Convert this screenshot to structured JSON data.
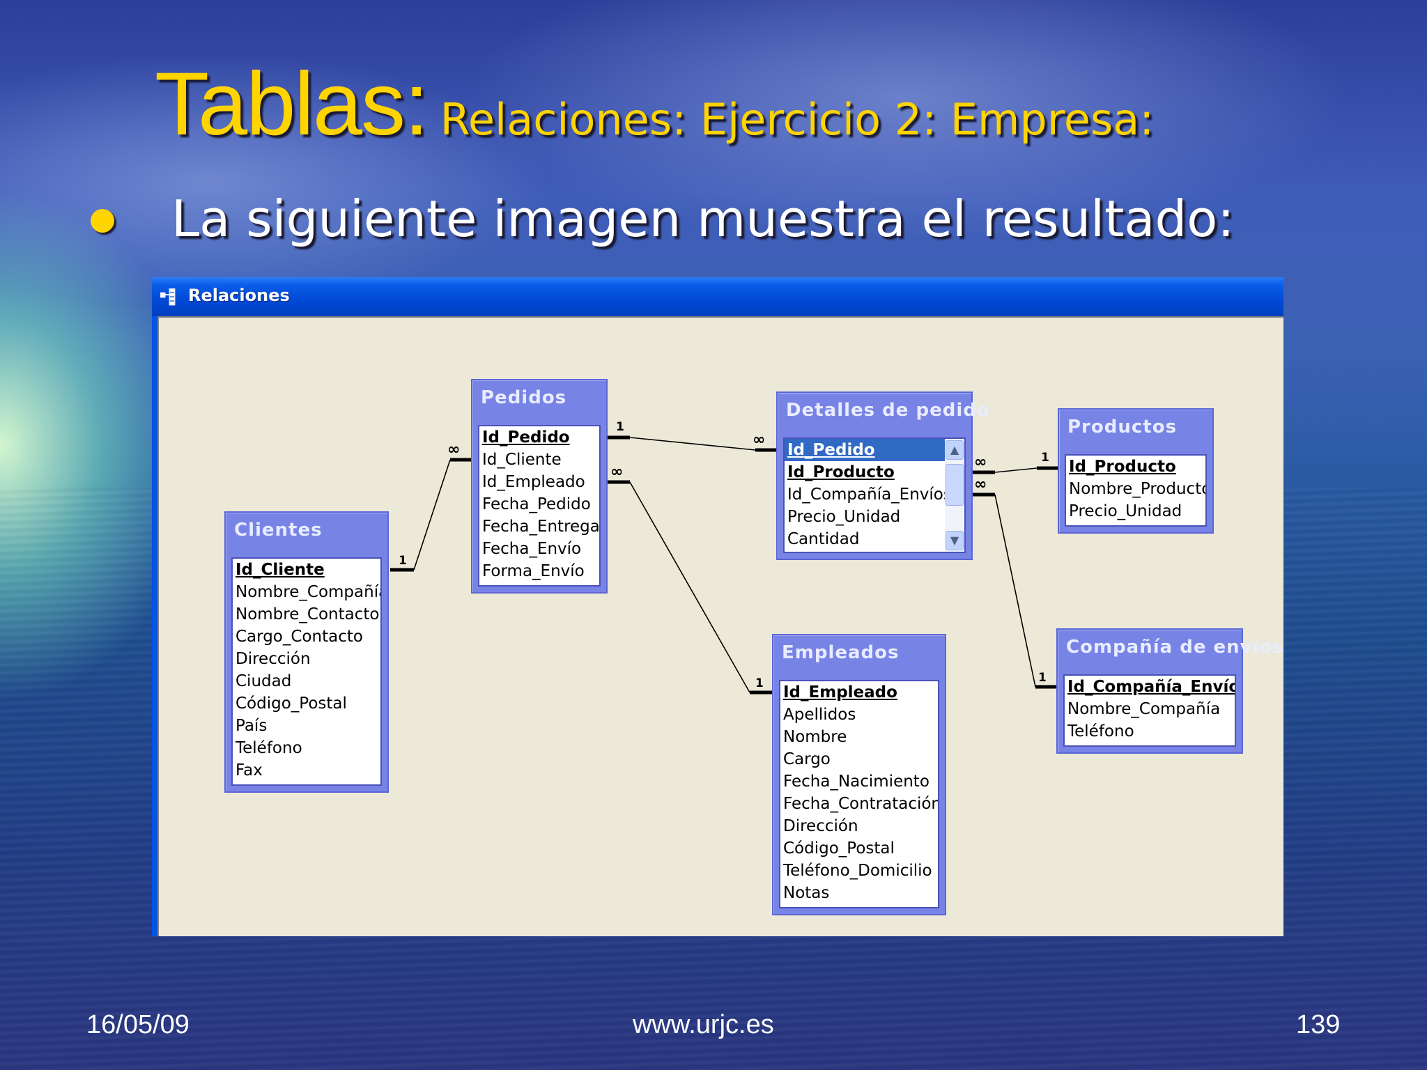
{
  "slide": {
    "title_main": "Tablas:",
    "title_sub": "Relaciones: Ejercicio 2: Empresa:",
    "bullet": "La siguiente imagen muestra el resultado:",
    "footer_date": "16/05/09",
    "footer_url": "www.urjc.es",
    "footer_page": "139"
  },
  "window": {
    "title": "Relaciones"
  },
  "tables": {
    "clientes": {
      "name": "Clientes",
      "fields": [
        "Id_Cliente",
        "Nombre_Compañía",
        "Nombre_Contacto",
        "Cargo_Contacto",
        "Dirección",
        "Ciudad",
        "Código_Postal",
        "País",
        "Teléfono",
        "Fax"
      ]
    },
    "pedidos": {
      "name": "Pedidos",
      "fields": [
        "Id_Pedido",
        "Id_Cliente",
        "Id_Empleado",
        "Fecha_Pedido",
        "Fecha_Entrega",
        "Fecha_Envío",
        "Forma_Envío"
      ]
    },
    "detalles": {
      "name": "Detalles de pedido",
      "fields": [
        "Id_Pedido",
        "Id_Producto",
        "Id_Compañía_Envíos",
        "Precio_Unidad",
        "Cantidad"
      ]
    },
    "productos": {
      "name": "Productos",
      "fields": [
        "Id_Producto",
        "Nombre_Producto",
        "Precio_Unidad"
      ]
    },
    "empleados": {
      "name": "Empleados",
      "fields": [
        "Id_Empleado",
        "Apellidos",
        "Nombre",
        "Cargo",
        "Fecha_Nacimiento",
        "Fecha_Contratación",
        "Dirección",
        "Código_Postal",
        "Teléfono_Domicilio",
        "Notas"
      ]
    },
    "companias": {
      "name": "Compañía de envíos",
      "fields": [
        "Id_Compañía_Envíos",
        "Nombre_Compañía",
        "Teléfono"
      ]
    }
  },
  "relationships": {
    "one": "1",
    "many": "∞"
  },
  "icons": {
    "window_icon": "relationships-window-icon",
    "scroll_up": "scroll-up-icon",
    "scroll_down": "scroll-down-icon"
  }
}
